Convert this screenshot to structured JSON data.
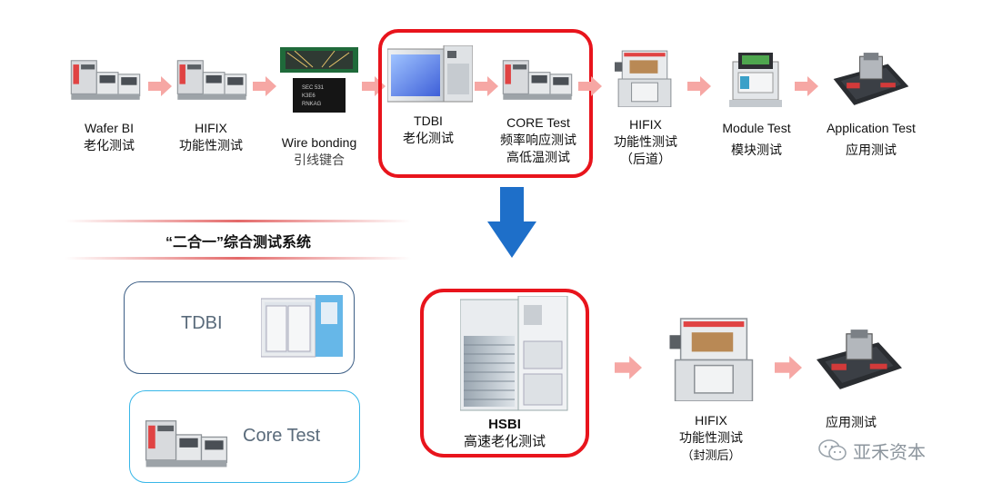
{
  "top_flow": [
    {
      "line1": "Wafer BI",
      "line2": "老化测试",
      "icon": "wafer-bi-tester-icon"
    },
    {
      "line1": "HIFIX",
      "line2": "功能性测试",
      "icon": "hifix-tester-icon"
    },
    {
      "line1": "Wire bonding",
      "line2": "引线键合",
      "icon": "wire-bonding-chip-icon"
    },
    {
      "line1": "TDBI",
      "line2": "老化测试",
      "icon": "tdbi-chamber-icon"
    },
    {
      "line1": "CORE Test",
      "line2": "频率响应测试",
      "line3": "高低温测试",
      "icon": "core-test-machine-icon"
    },
    {
      "line1": "HIFIX",
      "line2": "功能性测试",
      "line3": "（后道）",
      "icon": "hifix-tester-icon"
    },
    {
      "line1": "Module Test",
      "line2": "模块测试",
      "icon": "module-tester-icon"
    },
    {
      "line1": "Application Test",
      "line2": "应用测试",
      "icon": "motherboard-icon"
    }
  ],
  "system_title": "“二合一”综合测试系统",
  "left_panels": [
    {
      "label": "TDBI",
      "icon": "tdbi-chamber-icon"
    },
    {
      "label": "Core Test",
      "icon": "core-test-machine-icon"
    }
  ],
  "bottom_flow": [
    {
      "line1": "HSBI",
      "line2": "高速老化测试",
      "icon": "hsbi-system-icon"
    },
    {
      "line1": "HIFIX",
      "line2": "功能性测试",
      "line3": "（封测后）",
      "icon": "hifix-tester-icon"
    },
    {
      "line1": "",
      "line2": "应用测试",
      "icon": "motherboard-icon"
    }
  ],
  "watermark": "亚禾资本",
  "colors": {
    "highlight": "#e8141c",
    "flow_arrow": "#f6a7a4",
    "down_arrow": "#1e6fc9",
    "panel_blue_dark": "#3d5f86",
    "panel_blue_light": "#38b7e8"
  }
}
